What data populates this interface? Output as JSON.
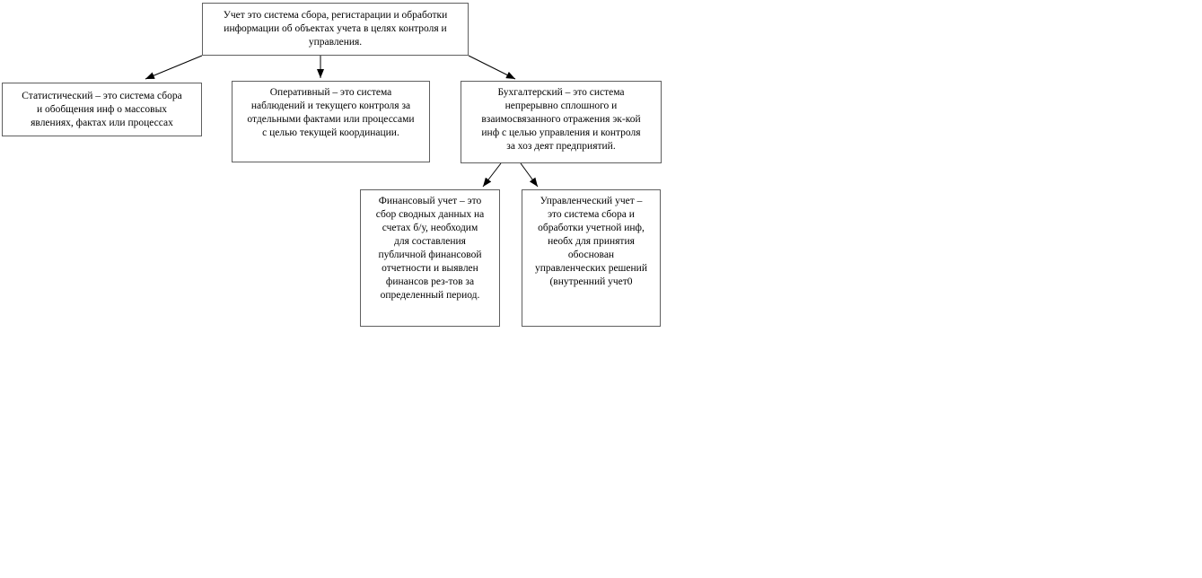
{
  "diagram": {
    "type": "flowchart",
    "colors": {
      "background": "#ffffff",
      "box_border": "#5f5f5f",
      "arrow": "#000000",
      "text": "#000000"
    },
    "nodes": {
      "uchet": {
        "id": "uchet",
        "lines": [
          "Учет это система сбора, регистарации и обработки",
          "информации об объектах учета в целях контроля и",
          "управления."
        ]
      },
      "statistic": {
        "id": "statistic",
        "lines": [
          "Статистический – это система сбора",
          "и обобщения инф о массовых",
          "явлениях, фактах или процессах"
        ]
      },
      "operative": {
        "id": "operative",
        "lines": [
          "Оперативный – это система",
          "наблюдений и текущего контроля за",
          "отдельными фактами или процессами",
          "с целью текущей координации."
        ]
      },
      "accounting": {
        "id": "accounting",
        "lines": [
          "Бухгалтерский – это система",
          "непрерывно сплошного и",
          "взаимосвязанного отражения эк-кой",
          "инф с целью управления и контроля",
          "за хоз деят предприятий."
        ]
      },
      "financial": {
        "id": "financial",
        "lines": [
          "Финансовый учет – это",
          "сбор сводных данных на",
          "счетах б/у, необходим",
          "для составления",
          "публичной финансовой",
          "отчетности и выявлен",
          "финансов рез-тов за",
          "определенный период."
        ]
      },
      "managerial": {
        "id": "managerial",
        "lines": [
          "Управленческий учет –",
          "это система сбора и",
          "обработки учетной инф,",
          "необх для принятия",
          "обоснован",
          "управленческих решений",
          "(внутренний учет0"
        ]
      }
    },
    "connections": [
      {
        "from": "uchet",
        "to": "statistic"
      },
      {
        "from": "uchet",
        "to": "operative"
      },
      {
        "from": "uchet",
        "to": "accounting"
      },
      {
        "from": "accounting",
        "to": "financial"
      },
      {
        "from": "accounting",
        "to": "managerial"
      }
    ]
  }
}
